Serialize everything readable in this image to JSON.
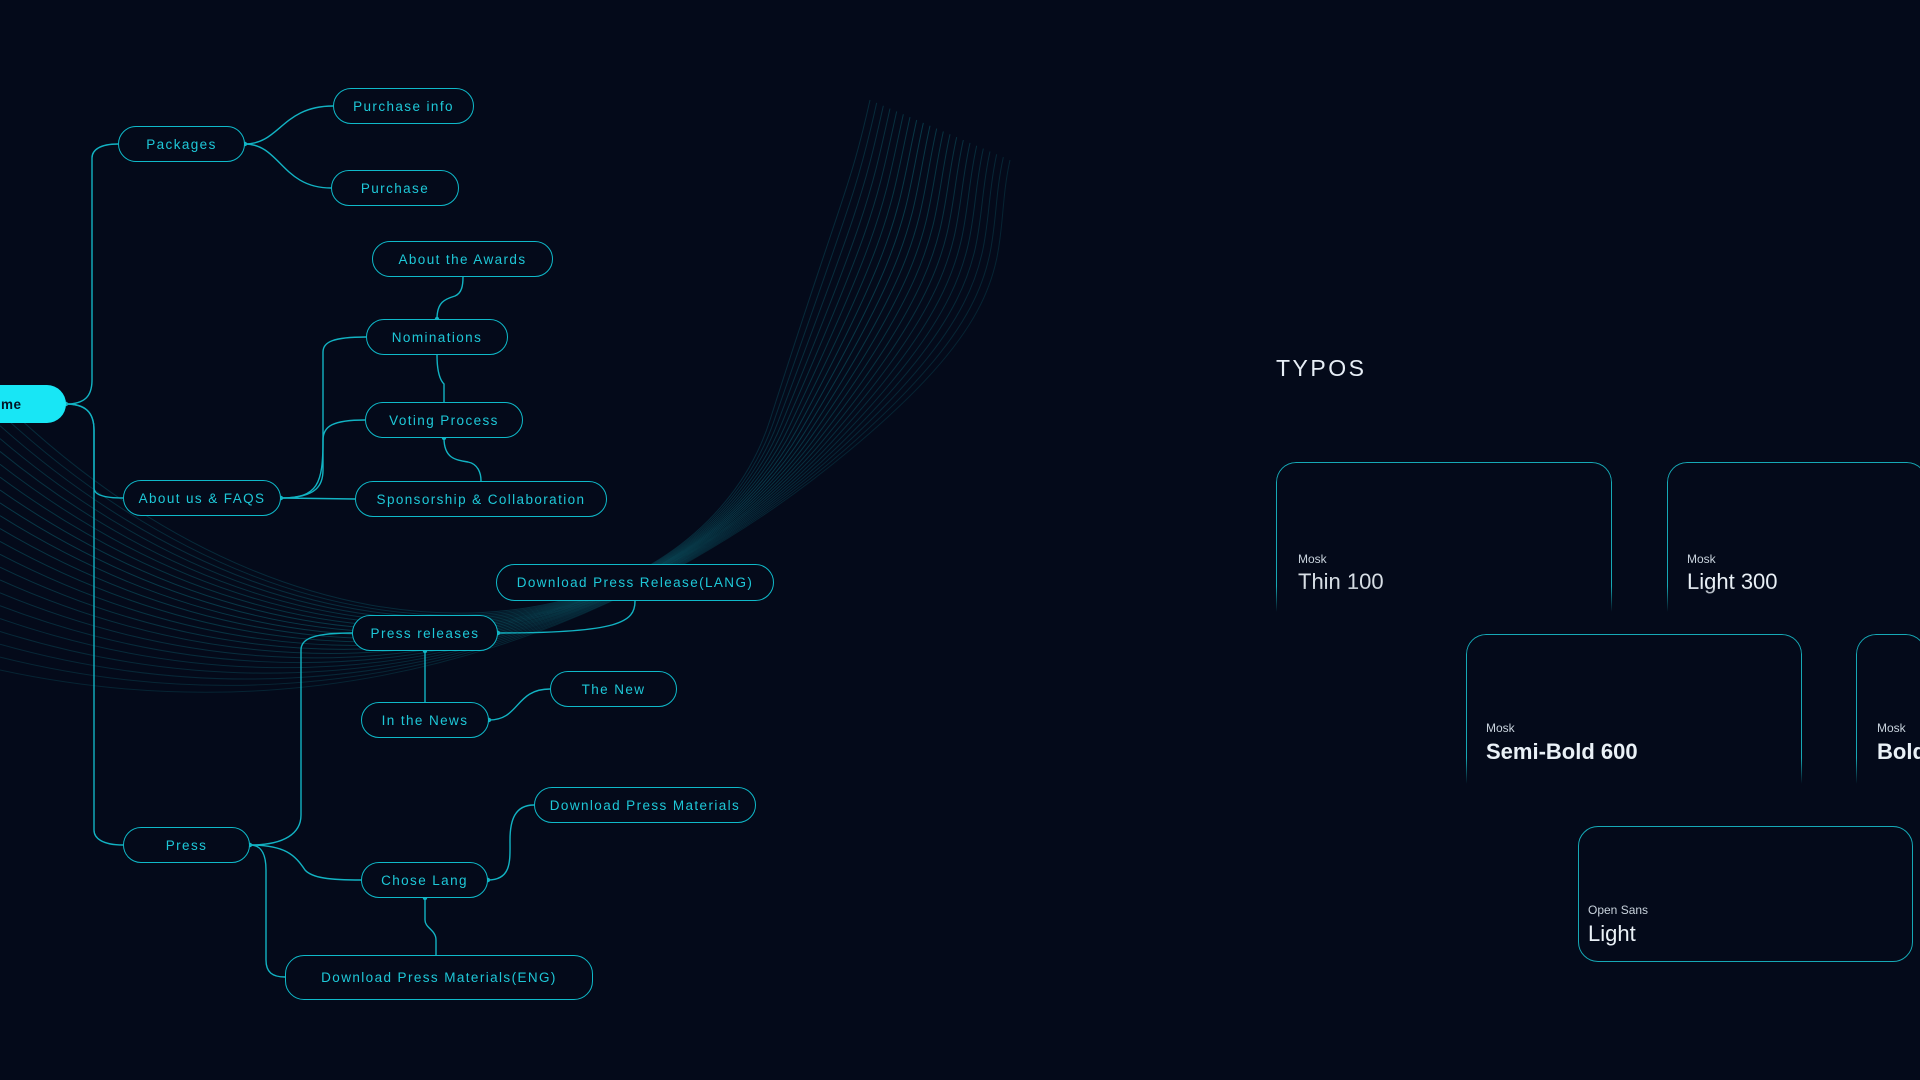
{
  "sitemap": {
    "root": {
      "label": "me"
    },
    "nodes": [
      {
        "id": "packages",
        "label": "Packages"
      },
      {
        "id": "purchase_info",
        "label": "Purchase info"
      },
      {
        "id": "purchase",
        "label": "Purchase"
      },
      {
        "id": "about_awards",
        "label": "About the Awards"
      },
      {
        "id": "nominations",
        "label": "Nominations"
      },
      {
        "id": "voting",
        "label": "Voting Process"
      },
      {
        "id": "about_faqs",
        "label": "About us & FAQS"
      },
      {
        "id": "sponsorship",
        "label": "Sponsorship & Collaboration"
      },
      {
        "id": "dl_release_lang",
        "label": "Download Press Release(LANG)"
      },
      {
        "id": "press_releases",
        "label": "Press releases"
      },
      {
        "id": "in_news",
        "label": "In the News"
      },
      {
        "id": "the_new",
        "label": "The New"
      },
      {
        "id": "dl_materials",
        "label": "Download Press Materials"
      },
      {
        "id": "press",
        "label": "Press"
      },
      {
        "id": "chose_lang",
        "label": "Chose Lang"
      },
      {
        "id": "dl_materials_eng",
        "label": "Download Press Materials(ENG)"
      }
    ]
  },
  "typography": {
    "title": "TYPOS",
    "cards": [
      {
        "family": "Mosk",
        "weight": "Thin 100"
      },
      {
        "family": "Mosk",
        "weight": "Light 300"
      },
      {
        "family": "Mosk",
        "weight": "Semi-Bold 600"
      },
      {
        "family": "Mosk",
        "weight": "Bold"
      },
      {
        "family": "Open Sans",
        "weight": "Light"
      }
    ]
  },
  "colors": {
    "background": "#040a1a",
    "accent": "#18e6f5",
    "line": "#0fb9c9",
    "text": "#1ec8d8"
  }
}
